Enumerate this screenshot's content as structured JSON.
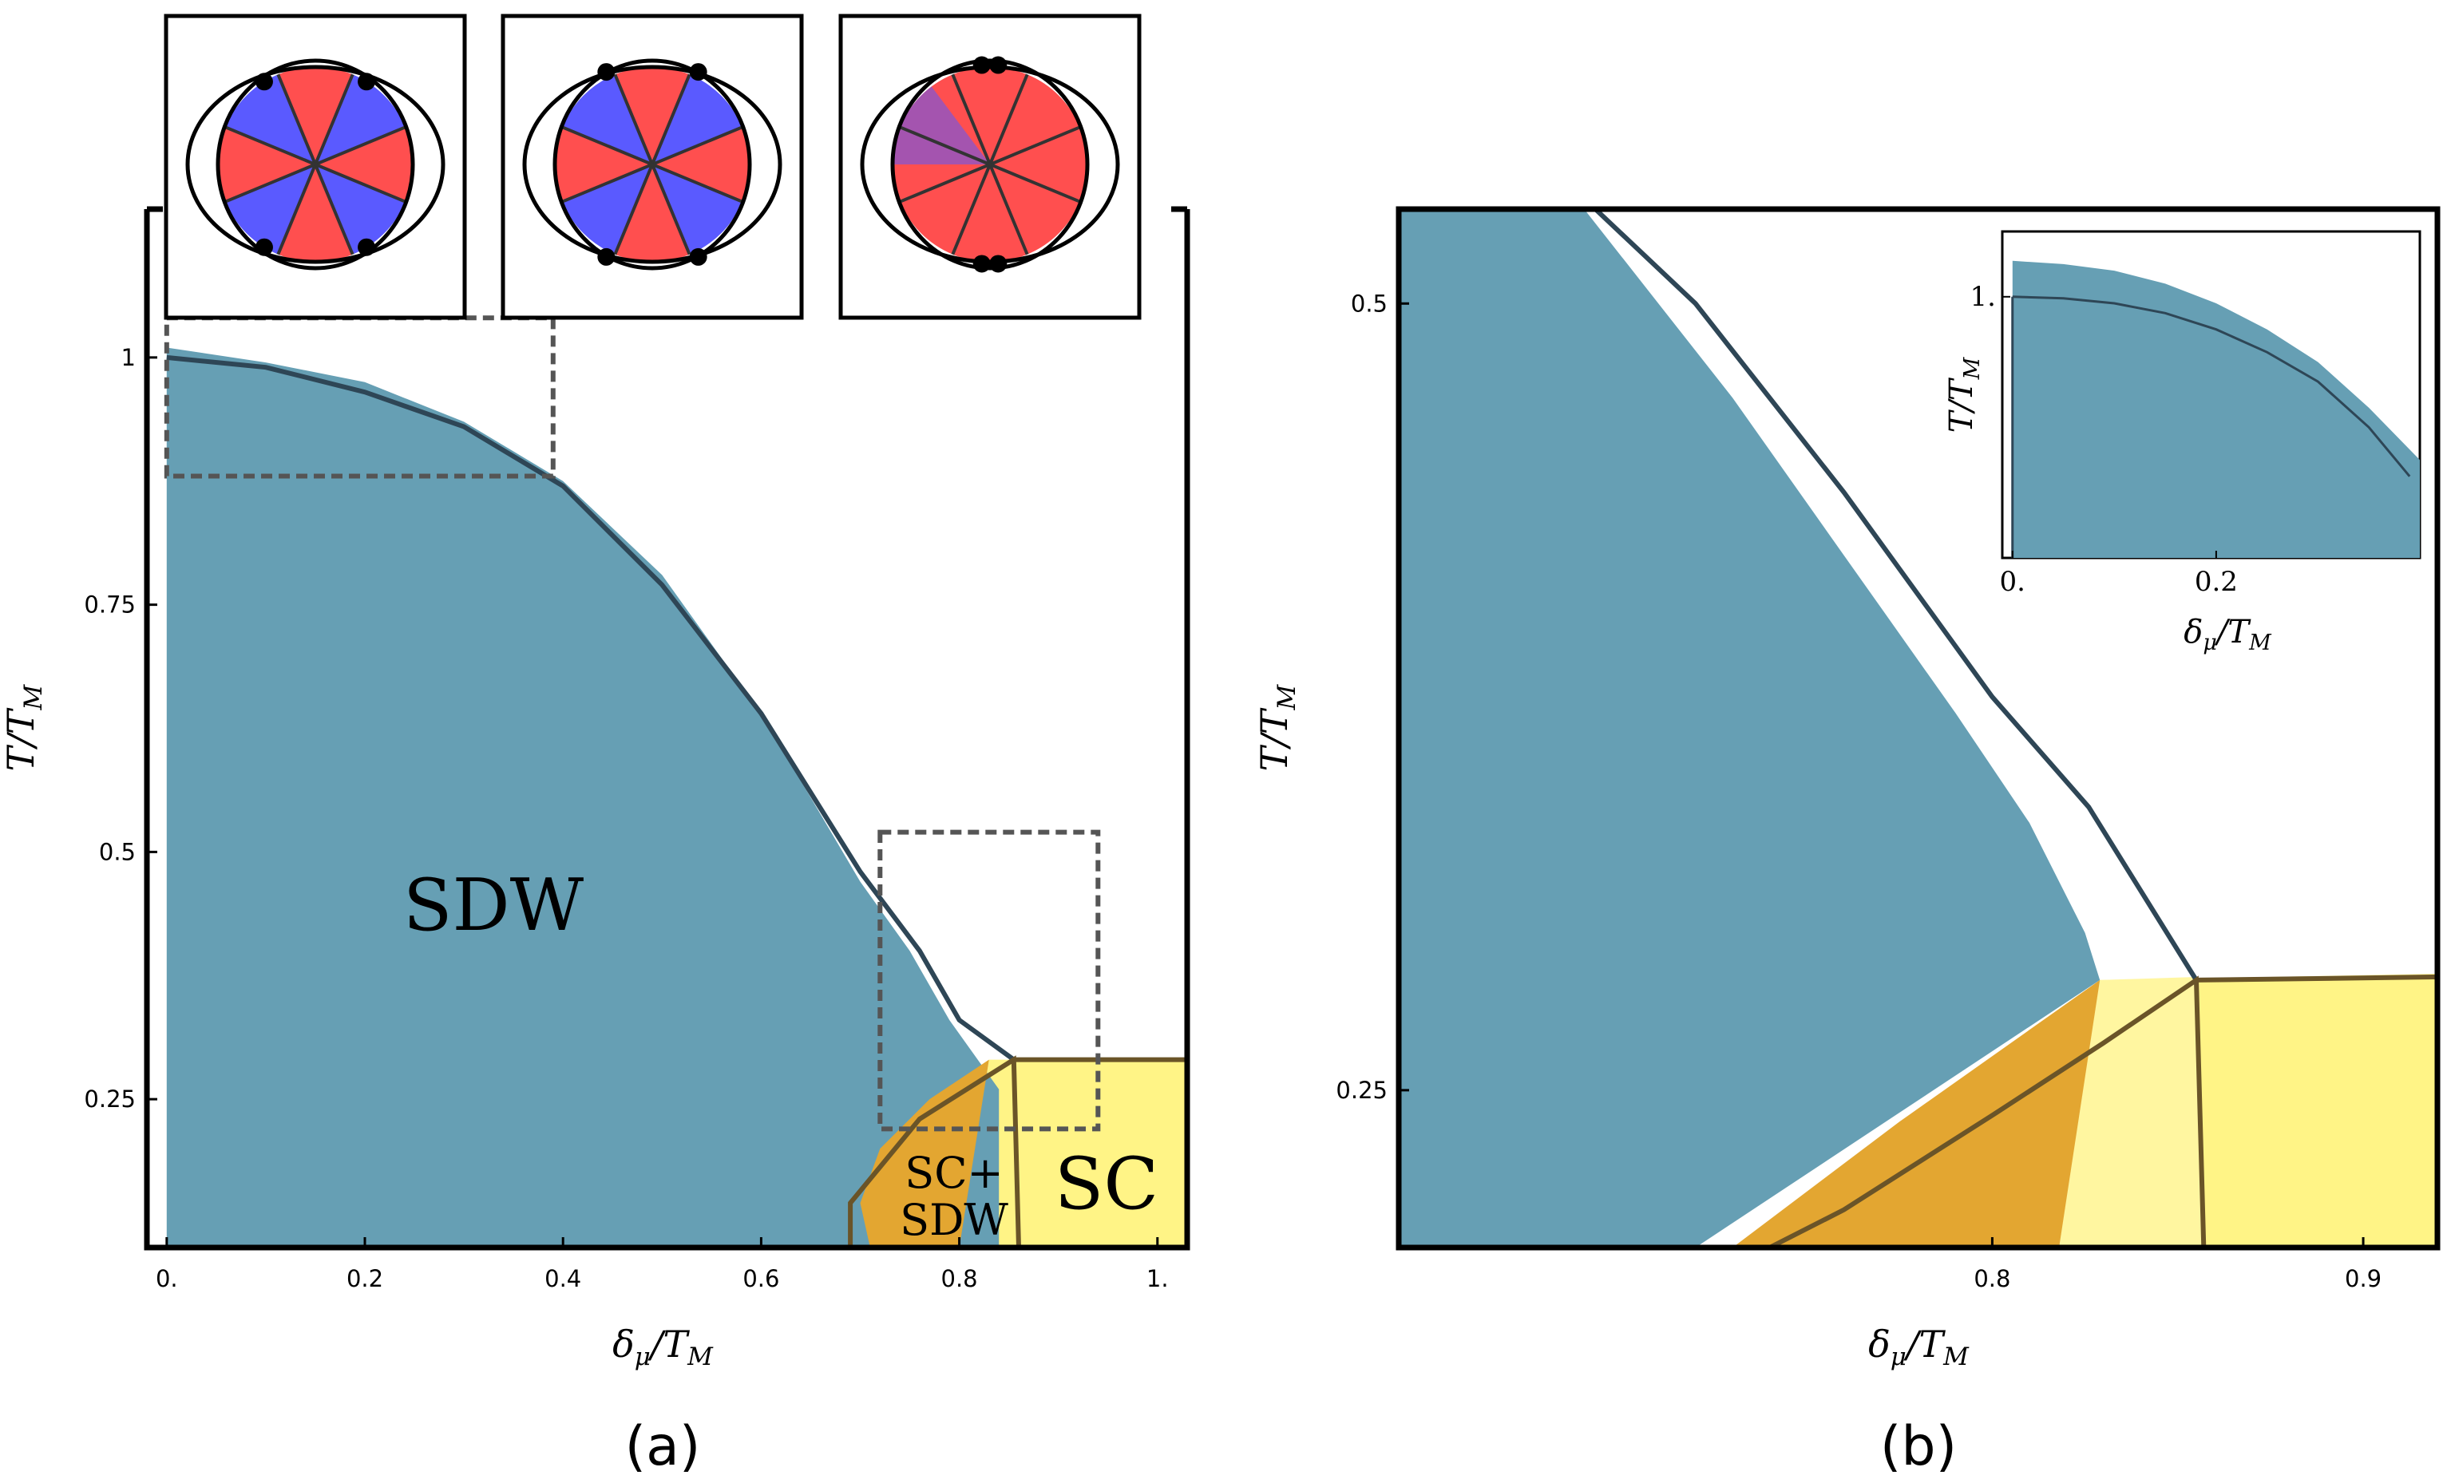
{
  "colors": {
    "sdw": "#669fb4",
    "coexist": "#e3a631",
    "sc": "#fff486",
    "sc_light": "#fff6a0",
    "boundary_dark": "#2e4656",
    "boundary_brown": "#6a5428",
    "red": "#ff4f4f",
    "blue": "#5a5aff"
  },
  "panels": {
    "a": {
      "label": "(a)"
    },
    "b": {
      "label": "(b)"
    }
  },
  "chart_data": [
    {
      "panel": "a",
      "type": "area",
      "xlabel": "δ_μ/T_M",
      "ylabel": "T/T_M",
      "xlim": [
        -0.02,
        1.03
      ],
      "ylim": [
        0.1,
        1.15
      ],
      "x_ticks": [
        "0.",
        "0.2",
        "0.4",
        "0.6",
        "0.8",
        "1."
      ],
      "y_ticks": [
        "0.25",
        "0.5",
        "0.75",
        "1"
      ],
      "region_labels": {
        "sdw": "SDW",
        "coexist_1": "SC+",
        "coexist_2": "SDW",
        "sc": "SC"
      },
      "sdw_region": [
        [
          0.0,
          1.01
        ],
        [
          0.1,
          0.995
        ],
        [
          0.2,
          0.975
        ],
        [
          0.3,
          0.935
        ],
        [
          0.4,
          0.875
        ],
        [
          0.5,
          0.78
        ],
        [
          0.6,
          0.64
        ],
        [
          0.7,
          0.47
        ],
        [
          0.75,
          0.4
        ],
        [
          0.79,
          0.33
        ],
        [
          0.84,
          0.26
        ]
      ],
      "sdw_transition_line": [
        [
          0.0,
          1.0
        ],
        [
          0.1,
          0.99
        ],
        [
          0.2,
          0.965
        ],
        [
          0.3,
          0.93
        ],
        [
          0.4,
          0.87
        ],
        [
          0.5,
          0.77
        ],
        [
          0.6,
          0.64
        ],
        [
          0.7,
          0.48
        ],
        [
          0.76,
          0.4
        ],
        [
          0.8,
          0.33
        ],
        [
          0.855,
          0.29
        ]
      ],
      "coexistence_region": [
        [
          0.71,
          0.1
        ],
        [
          0.7,
          0.145
        ],
        [
          0.72,
          0.2
        ],
        [
          0.77,
          0.25
        ],
        [
          0.83,
          0.29
        ],
        [
          0.8,
          0.1
        ]
      ],
      "sc_transition_line": [
        [
          0.855,
          0.29
        ],
        [
          1.03,
          0.29
        ]
      ],
      "sdw_in_sc_line": [
        [
          0.69,
          0.1
        ],
        [
          0.69,
          0.145
        ],
        [
          0.76,
          0.23
        ],
        [
          0.855,
          0.29
        ],
        [
          0.86,
          0.1
        ]
      ],
      "zoom_boxes": [
        {
          "x": [
            0.0,
            0.39
          ],
          "y": [
            0.88,
            1.04
          ]
        },
        {
          "x": [
            0.72,
            0.94
          ],
          "y": [
            0.22,
            0.52
          ]
        }
      ]
    },
    {
      "panel": "b",
      "type": "area",
      "xlabel": "δ_μ/T_M",
      "ylabel": "T/T_M",
      "xlim": [
        0.64,
        0.92
      ],
      "ylim": [
        0.2,
        0.53
      ],
      "x_ticks": [
        "0.8",
        "0.9"
      ],
      "y_ticks": [
        "0.25",
        "0.5"
      ],
      "sdw_region": [
        [
          0.64,
          0.53
        ],
        [
          0.69,
          0.53
        ],
        [
          0.73,
          0.47
        ],
        [
          0.76,
          0.42
        ],
        [
          0.79,
          0.37
        ],
        [
          0.81,
          0.335
        ],
        [
          0.825,
          0.3
        ],
        [
          0.829,
          0.285
        ],
        [
          0.72,
          0.2
        ],
        [
          0.64,
          0.2
        ]
      ],
      "coexistence_region": [
        [
          0.73,
          0.2
        ],
        [
          0.775,
          0.24
        ],
        [
          0.829,
          0.285
        ],
        [
          0.818,
          0.2
        ]
      ],
      "sdw_transition_line": [
        [
          0.693,
          0.53
        ],
        [
          0.72,
          0.5
        ],
        [
          0.76,
          0.44
        ],
        [
          0.8,
          0.375
        ],
        [
          0.826,
          0.34
        ],
        [
          0.855,
          0.285
        ]
      ],
      "sc_transition_line": [
        [
          0.855,
          0.285
        ],
        [
          0.92,
          0.286
        ]
      ],
      "sdw_in_sc_line": [
        [
          0.74,
          0.2
        ],
        [
          0.76,
          0.212
        ],
        [
          0.8,
          0.242
        ],
        [
          0.83,
          0.265
        ],
        [
          0.855,
          0.285
        ],
        [
          0.857,
          0.2
        ]
      ],
      "inset": {
        "xlabel": "δ_μ/T_M",
        "ylabel": "T/T_M",
        "xlim": [
          -0.01,
          0.4
        ],
        "ylim": [
          0.2,
          1.2
        ],
        "x_ticks": [
          "0.",
          "0.2"
        ],
        "y_ticks": [
          "1."
        ],
        "sdw_region": [
          [
            0.0,
            1.11
          ],
          [
            0.05,
            1.1
          ],
          [
            0.1,
            1.08
          ],
          [
            0.15,
            1.04
          ],
          [
            0.2,
            0.98
          ],
          [
            0.25,
            0.9
          ],
          [
            0.3,
            0.8
          ],
          [
            0.35,
            0.66
          ],
          [
            0.4,
            0.5
          ]
        ],
        "transition_line": [
          [
            0.0,
            1.0
          ],
          [
            0.05,
            0.995
          ],
          [
            0.1,
            0.98
          ],
          [
            0.15,
            0.95
          ],
          [
            0.2,
            0.9
          ],
          [
            0.25,
            0.83
          ],
          [
            0.3,
            0.74
          ],
          [
            0.35,
            0.6
          ],
          [
            0.39,
            0.45
          ]
        ]
      }
    }
  ]
}
